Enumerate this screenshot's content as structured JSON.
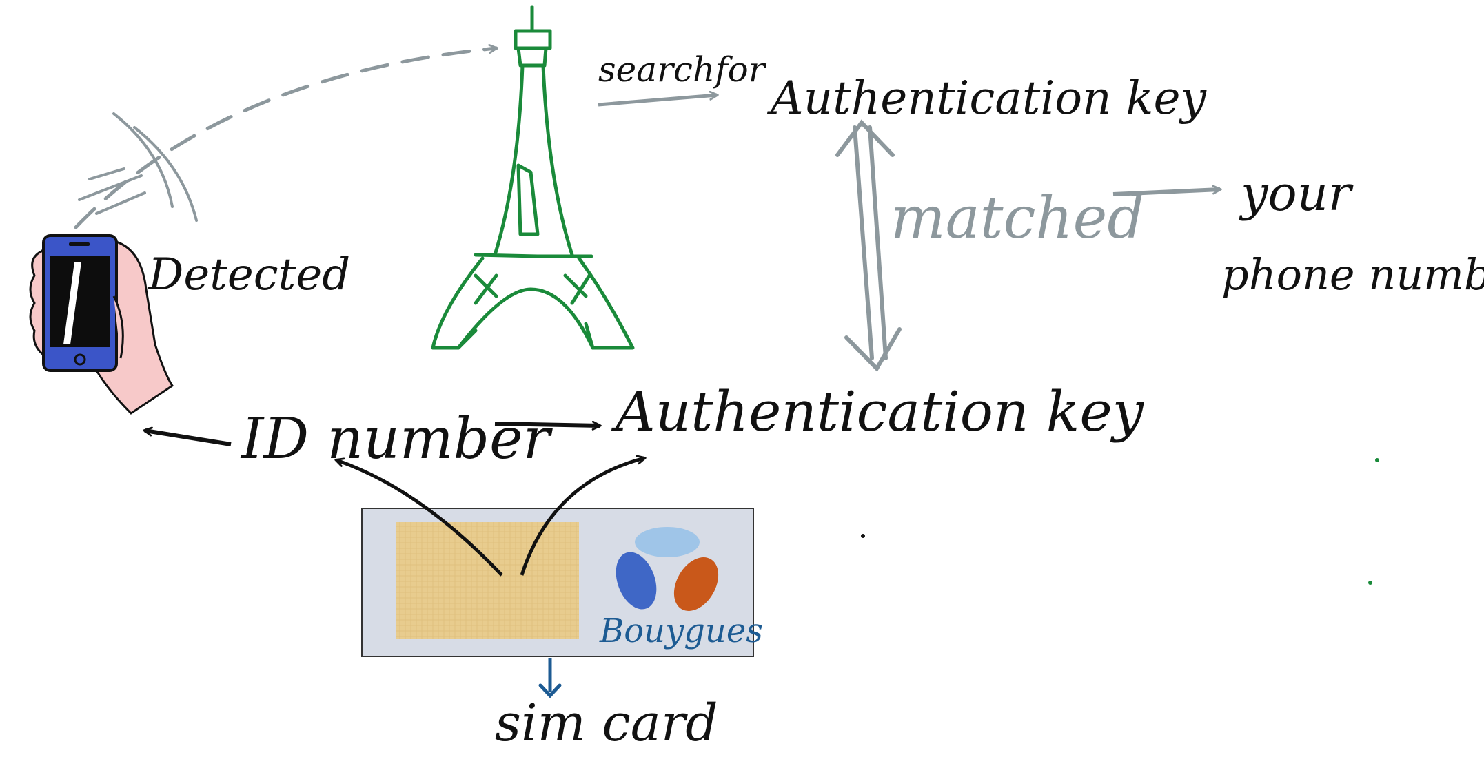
{
  "labels": {
    "detected": "Detected",
    "search_for": "searchfor",
    "auth_key_top": "Authentication key",
    "matched": "matched",
    "your": "your",
    "phone_number": "phone number",
    "id_number": "ID number",
    "auth_key_bottom": "Authentication key",
    "sim_card": "sim card"
  },
  "sim_card": {
    "brand": "Bouygues"
  },
  "colors": {
    "ink": "#111111",
    "tower": "#1a8a3a",
    "gray": "#8d989d",
    "phone_body": "#3b55c8",
    "phone_screen": "#0d0d0d",
    "hand": "#f7c9c9",
    "sim_bg": "#d7dce6",
    "chip": "#e6c98a",
    "brand_text": "#1d5b93",
    "logo_top": "#9fc5e8",
    "logo_left": "#3f67c6",
    "logo_right": "#c9581a"
  },
  "icons": [
    "phone-icon",
    "signal-waves-icon",
    "eiffel-tower-icon",
    "sim-chip-icon",
    "bouygues-logo-icon"
  ]
}
